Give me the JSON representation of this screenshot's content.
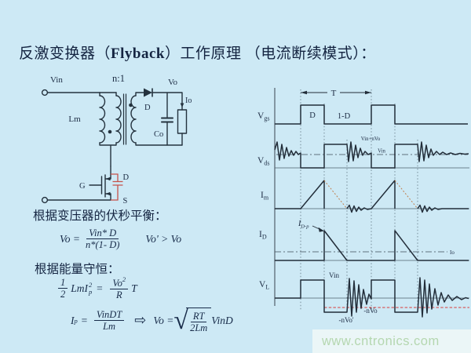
{
  "slide": {
    "title_pre": "反激变换器（",
    "title_bold": "Flyback",
    "title_post": "）工作原理 （电流断续模式）："
  },
  "circuit": {
    "vin": "Vin",
    "ratio": "n:1",
    "lm": "Lm",
    "diode": "D",
    "vo": "Vo",
    "io": "Io",
    "co": "Co",
    "gate": "G",
    "drain": "D",
    "source": "S"
  },
  "analysis": {
    "voltsec_heading": "根据变压器的伏秒平衡：",
    "voltsec": {
      "lhs": "Vo =",
      "num": "Vin* D",
      "den": "n*(1- D)",
      "note": "Vo' > Vo"
    },
    "energy_heading": "根据能量守恒：",
    "energy1": {
      "hn": "1",
      "hd": "2",
      "coef": "LmI",
      "sub": "p",
      "sup": "2",
      "eq": "=",
      "num": "Vo",
      "numsup": "2",
      "den": "R",
      "tail": "T"
    },
    "energy2": {
      "lhs": "I",
      "sub": "p",
      "eq": "=",
      "num": "VinDT",
      "den": "Lm",
      "arrow": "⇨",
      "rhs": "Vo =",
      "sqrt": "√",
      "rnum": "RT",
      "rden": "2Lm",
      "tail": "VinD"
    }
  },
  "waveforms": {
    "vgs_m": "V",
    "vgs_s": "gs",
    "vds_m": "V",
    "vds_s": "ds",
    "im_m": "I",
    "im_s": "m",
    "id_m": "I",
    "id_s": "D",
    "vl_m": "V",
    "vl_s": "L",
    "period": "T",
    "d": "D",
    "one_d": "1-D",
    "vds_peak": "Vin+nVo",
    "vds_level": "Vin",
    "idp_main": "I",
    "idp_sub": "D-p",
    "io": "Io",
    "vl_high": "Vin",
    "vl_reflected": "-nVo",
    "vl_low": "-nVo'"
  },
  "watermark": "www.cntronics.com",
  "colors": {
    "background": "#cde9f5",
    "ink": "#222d39",
    "accent_red": "#c5524a",
    "im_label": "#b03058",
    "decay_dotted": "#c08050",
    "watermark_text": "#b5d7b0"
  }
}
